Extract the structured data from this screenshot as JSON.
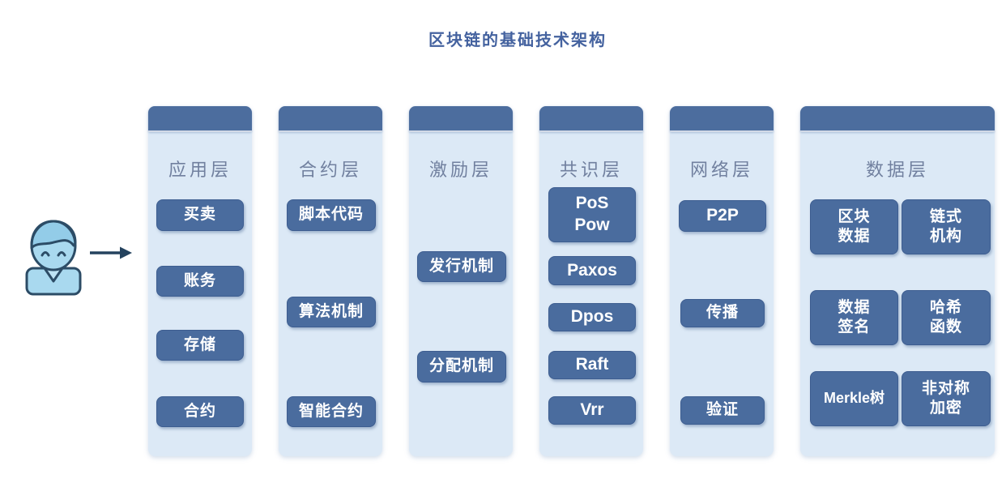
{
  "title": "区块链的基础技术架构",
  "colors": {
    "main_title": "#44629f",
    "header_bar": "#4c6d9e",
    "panel": "#dce9f6",
    "node": "#4a6c9e",
    "node_text": "#ffffff",
    "layer_title": "#71809f",
    "icon_fill": "#a9d9ef",
    "icon_hair": "#93cce8",
    "icon_stroke": "#2c4c66",
    "arrow": "#24425e"
  },
  "layers": [
    {
      "title": "应用层",
      "items": [
        "买卖",
        "账务",
        "存储",
        "合约"
      ]
    },
    {
      "title": "合约层",
      "items": [
        "脚本代码",
        "算法机制",
        "智能合约"
      ]
    },
    {
      "title": "激励层",
      "items": [
        "发行机制",
        "分配机制"
      ]
    },
    {
      "title": "共识层",
      "items": [
        "PoS\nPow",
        "Paxos",
        "Dpos",
        "Raft",
        "Vrr"
      ]
    },
    {
      "title": "网络层",
      "items": [
        "P2P",
        "传播",
        "验证"
      ]
    },
    {
      "title": "数据层",
      "items": [
        "区块\n数据",
        "链式\n机构",
        "数据\n签名",
        "哈希\n函数",
        "Merkle树",
        "非对称\n加密"
      ]
    }
  ]
}
